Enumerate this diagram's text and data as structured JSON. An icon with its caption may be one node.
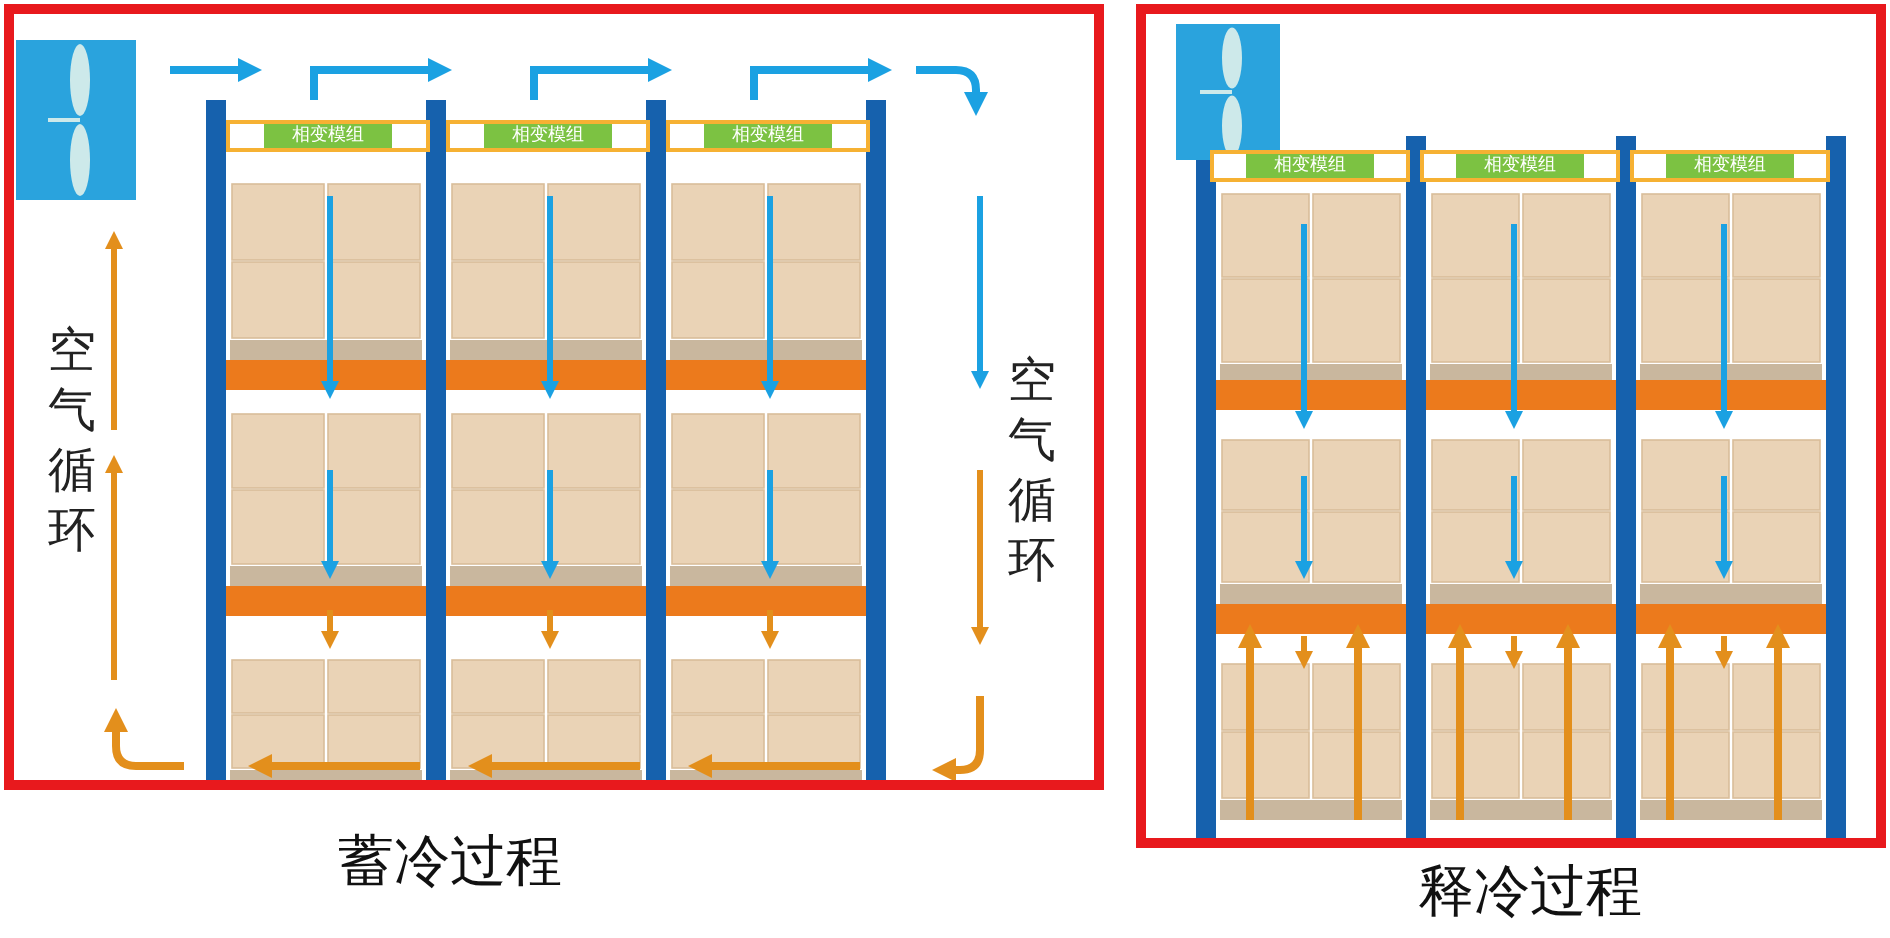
{
  "diagram": {
    "nodes": [
      {
        "text": [
          "蓄冷过程"
        ]
      },
      {
        "text": [],
        "shape": "picture",
        "in": 0
      },
      {
        "text": [
          "相变模组"
        ],
        "in": 0
      },
      {
        "text": [
          "相变模组"
        ],
        "in": 0
      },
      {
        "text": [
          "相变模组"
        ],
        "in": 0
      },
      {
        "text": [
          "释冷过程"
        ]
      },
      {
        "text": [],
        "shape": "picture",
        "in": 5
      },
      {
        "text": [
          "相变模组"
        ],
        "in": 5
      },
      {
        "text": [
          "相变模组"
        ],
        "in": 5
      },
      {
        "text": [
          "相变模组"
        ],
        "in": 5
      }
    ],
    "edges": [],
    "labels": [
      "空气循环",
      "空气循环"
    ]
  }
}
